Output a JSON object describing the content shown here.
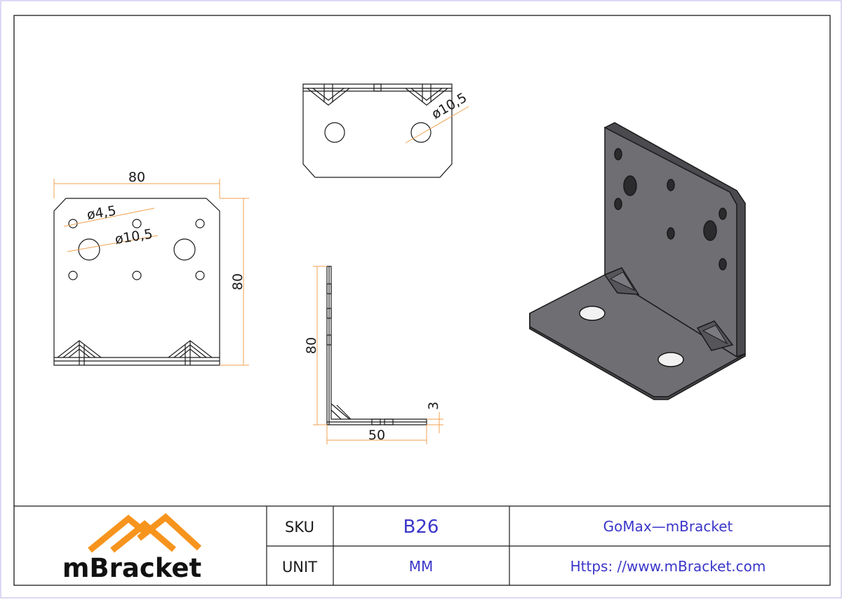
{
  "drawing": {
    "front_view": {
      "width_dim": "80",
      "height_dim": "80",
      "small_hole_dim": "ø4,5",
      "large_hole_dim": "ø10,5"
    },
    "top_view": {
      "hole_dim": "ø10,5"
    },
    "side_view": {
      "height_dim": "80",
      "base_dim": "50",
      "thickness_dim": "3"
    }
  },
  "title_block": {
    "brand": "mBracket",
    "sku_label": "SKU",
    "sku_value": "B26",
    "unit_label": "UNIT",
    "unit_value": "MM",
    "product_name": "GoMax—mBracket",
    "website": "Https: //www.mBracket.com"
  },
  "colors": {
    "line": "#1a1a1a",
    "dimension": "#f0a050",
    "accent_blue": "#3a36c9",
    "logo_orange": "#f7941d",
    "iso_face": "#6e6e73",
    "iso_dark": "#4a4a4f"
  }
}
